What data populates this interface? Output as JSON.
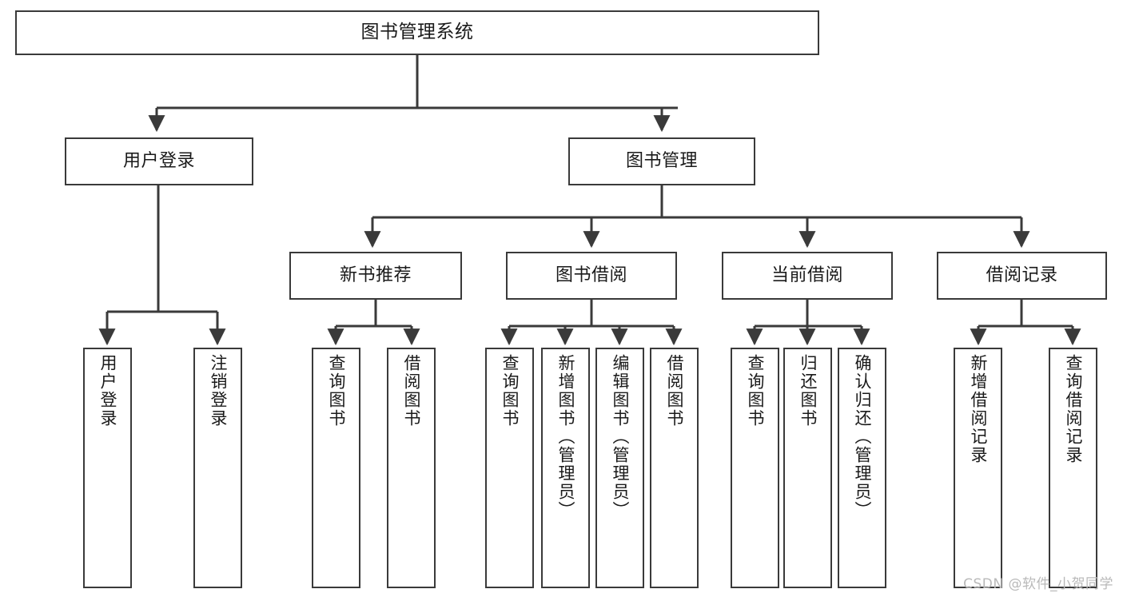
{
  "diagram": {
    "title": "图书管理系统",
    "watermark": "CSDN @软件_小贺同学",
    "line_color": "#3a3a3a",
    "box_fill": "#ffffff",
    "text_color": "#1a1a1a",
    "watermark_color": "#b9b9b9",
    "type": "tree",
    "levels": 4
  },
  "nodes": {
    "root": {
      "label": "图书管理系统"
    },
    "level2": [
      {
        "label": "用户登录"
      },
      {
        "label": "图书管理"
      }
    ],
    "level3": [
      {
        "label": "新书推荐"
      },
      {
        "label": "图书借阅"
      },
      {
        "label": "当前借阅"
      },
      {
        "label": "借阅记录"
      }
    ],
    "leaves_user_login": [
      {
        "label": "用户登录"
      },
      {
        "label": "注销登录"
      }
    ],
    "leaves_new_book": [
      {
        "label": "查询图书"
      },
      {
        "label": "借阅图书"
      }
    ],
    "leaves_borrow": [
      {
        "label": "查询图书"
      },
      {
        "label": "新增图书（管理员）"
      },
      {
        "label": "编辑图书（管理员）"
      },
      {
        "label": "借阅图书"
      }
    ],
    "leaves_current": [
      {
        "label": "查询图书"
      },
      {
        "label": "归还图书"
      },
      {
        "label": "确认归还（管理员）"
      }
    ],
    "leaves_records": [
      {
        "label": "新增借阅记录"
      },
      {
        "label": "查询借阅记录"
      }
    ]
  }
}
